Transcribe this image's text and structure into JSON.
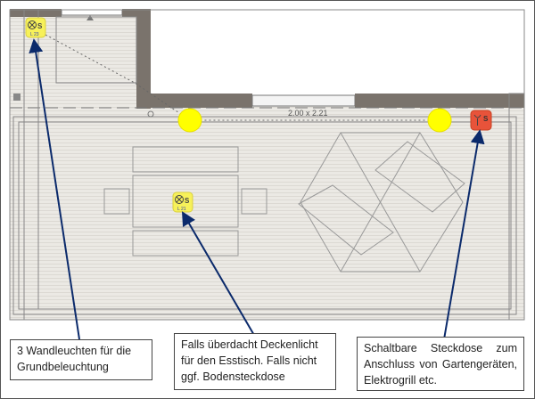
{
  "symbols": {
    "wall_light": {
      "letter": "S",
      "code": "L 23",
      "color": "#f7f15a"
    },
    "ceiling_light": {
      "letter": "S",
      "code": "L 21",
      "color": "#f7f15a"
    },
    "socket": {
      "letter": "S",
      "color": "#e8533a"
    }
  },
  "dimension_label": "2.00 x 2.21",
  "lamp_color": "#ffff00",
  "arrow_color": "#0b2a6b",
  "notes": [
    {
      "text": "3 Wandleuchten für die Grundbeleuchtung"
    },
    {
      "text": "Falls überdacht Deckenlicht für den Esstisch. Falls nicht ggf. Bodensteckdose"
    },
    {
      "text": "Schaltbare Steckdose zum Anschluss von Gartengeräten, Elektrogrill etc."
    }
  ]
}
